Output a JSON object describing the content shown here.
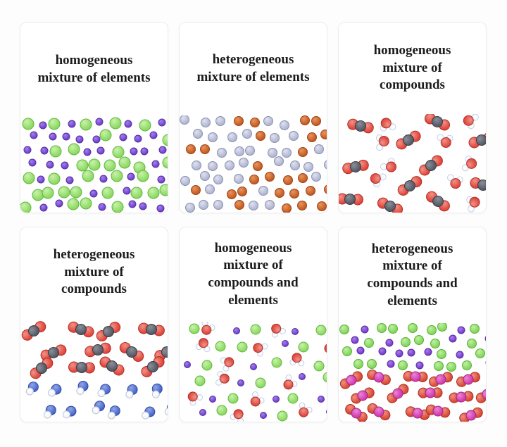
{
  "panel": {
    "background": "#fdfdfd",
    "card_background": "#ffffff",
    "card_border": "#ededed",
    "title_color": "#1c1c1c"
  },
  "cards": [
    {
      "id": "homogeneous-mixture-of-elements",
      "title": "homogeneous\nmixture of elements",
      "field": {
        "height": 136,
        "seed": 11,
        "regions": [
          {
            "h": 1.0,
            "rows": 7,
            "cols": 10,
            "stagger": true,
            "arrangement": "checker",
            "flip": 0.15,
            "species": [
              {
                "type": "atom",
                "name": "green-atom",
                "d": 17,
                "c": {
                  "fill": "#8ed964",
                  "hi": "#c9f2ab",
                  "stroke": "#5eb83d"
                }
              },
              {
                "type": "atom",
                "name": "purple-atom",
                "d": 11,
                "c": {
                  "fill": "#7144d0",
                  "hi": "#a57fe8",
                  "stroke": "#5430a6"
                }
              }
            ]
          }
        ]
      }
    },
    {
      "id": "heterogeneous-mixture-of-elements",
      "title": "heterogeneous\nmixture of elements",
      "field": {
        "height": 138,
        "seed": 7,
        "regions": [
          {
            "h": 1.0,
            "rows": 7,
            "cols": 9,
            "stagger": true,
            "arrangement": "cluster",
            "flip": 0.04,
            "clusters": [
              [
                0.92,
                0.15,
                0.14
              ],
              [
                0.45,
                0.1,
                0.08
              ],
              [
                0.1,
                0.38,
                0.1
              ],
              [
                0.52,
                0.55,
                0.13
              ],
              [
                0.85,
                0.85,
                0.22
              ],
              [
                0.4,
                0.85,
                0.12
              ]
            ],
            "species": [
              {
                "type": "atom",
                "name": "gray-atom",
                "d": 14,
                "c": {
                  "fill": "#b3b7d1",
                  "hi": "#e0e2ef",
                  "stroke": "#8990b4"
                }
              },
              {
                "type": "atom",
                "name": "orange-atom",
                "d": 14,
                "c": {
                  "fill": "#c55c22",
                  "hi": "#e8945e",
                  "stroke": "#9c451a"
                }
              }
            ]
          }
        ]
      }
    },
    {
      "id": "homogeneous-mixture-of-compounds",
      "title": "homogeneous\nmixture of\ncompounds",
      "field": {
        "height": 140,
        "seed": 5,
        "regions": [
          {
            "h": 1.0,
            "rows": 5,
            "cols": 4,
            "stagger": true,
            "arrangement": "checker",
            "flip": 0.1,
            "species": [
              {
                "type": "tri",
                "name": "co2-molecule",
                "d": 16,
                "gap": 11,
                "rot": [
                  -50,
                  50
                ],
                "o": {
                  "fill": "#e0463c",
                  "hi": "#f29288",
                  "stroke": "#b02c24"
                },
                "c": {
                  "fill": "#565b66",
                  "hi": "#8a8f9a",
                  "stroke": "#363b44"
                }
              },
              {
                "type": "water",
                "name": "water-molecule",
                "rd": 15,
                "wd": 10,
                "rot": [
                  0,
                  360
                ],
                "r": {
                  "fill": "#de4a40",
                  "hi": "#f09288",
                  "stroke": "#b02c24"
                },
                "w": {
                  "fill": "#f4f7fc",
                  "hi": "#ffffff",
                  "stroke": "#c3d0e8"
                }
              }
            ]
          }
        ]
      }
    },
    {
      "id": "heterogeneous-mixture-of-compounds",
      "title": "heterogeneous\nmixture of\ncompounds",
      "field": {
        "height": 148,
        "seed": 9,
        "regions": [
          {
            "h": 0.6,
            "rows": 3,
            "cols": 4,
            "stagger": true,
            "arrangement": "single",
            "species": [
              {
                "type": "tri",
                "name": "co2-molecule",
                "d": 16,
                "gap": 11,
                "rot": [
                  -45,
                  45
                ],
                "o": {
                  "fill": "#e0463c",
                  "hi": "#f29288",
                  "stroke": "#b02c24"
                },
                "c": {
                  "fill": "#565b66",
                  "hi": "#8a8f9a",
                  "stroke": "#363b44"
                }
              }
            ]
          },
          {
            "h": 0.4,
            "rows": 2,
            "cols": 6,
            "stagger": true,
            "arrangement": "single",
            "species": [
              {
                "type": "bw",
                "name": "blue-white-molecule",
                "bd": 15,
                "wd": 11,
                "rot": [
                  -25,
                  25
                ],
                "b": {
                  "fill": "#4a66c9",
                  "hi": "#8fa6e8",
                  "stroke": "#2c47a3"
                },
                "w": {
                  "fill": "#f2f5fa",
                  "hi": "#ffffff",
                  "stroke": "#b8c2d8"
                }
              }
            ]
          }
        ]
      }
    },
    {
      "id": "homogeneous-mixture-of-compounds-and-elements",
      "title": "homogeneous\nmixture of\ncompounds and\nelements",
      "field": {
        "height": 142,
        "seed": 4,
        "regions": [
          {
            "h": 1.0,
            "rows": 6,
            "cols": 7,
            "stagger": true,
            "arrangement": "cycle",
            "flip": 0.1,
            "species": [
              {
                "type": "atom",
                "name": "green-atom",
                "d": 15,
                "c": {
                  "fill": "#8ed964",
                  "hi": "#c9f2ab",
                  "stroke": "#5eb83d"
                }
              },
              {
                "type": "water",
                "name": "water-molecule",
                "rd": 14,
                "wd": 9,
                "rot": [
                  0,
                  360
                ],
                "r": {
                  "fill": "#de4a40",
                  "hi": "#f09288",
                  "stroke": "#b02c24"
                },
                "w": {
                  "fill": "#f4f7fc",
                  "hi": "#ffffff",
                  "stroke": "#c3d0e8"
                }
              },
              {
                "type": "atom",
                "name": "purple-atom",
                "d": 10,
                "c": {
                  "fill": "#7144d0",
                  "hi": "#a57fe8",
                  "stroke": "#5430a6"
                }
              }
            ]
          }
        ]
      }
    },
    {
      "id": "heterogeneous-mixture-of-compounds-and-elements",
      "title": "heterogeneous\nmixture of\ncompounds and\nelements",
      "field": {
        "height": 140,
        "seed": 8,
        "regions": [
          {
            "h": 0.48,
            "rows": 4,
            "cols": 9,
            "stagger": true,
            "arrangement": "checker",
            "flip": 0.15,
            "species": [
              {
                "type": "atom",
                "name": "green-atom",
                "d": 14,
                "c": {
                  "fill": "#84d65c",
                  "hi": "#c2efa2",
                  "stroke": "#58b239"
                }
              },
              {
                "type": "atom",
                "name": "purple-atom",
                "d": 11,
                "c": {
                  "fill": "#7a3fd1",
                  "hi": "#ab7ce8",
                  "stroke": "#582ca6"
                }
              }
            ]
          },
          {
            "h": 0.52,
            "rows": 3,
            "cols": 5,
            "stagger": true,
            "arrangement": "single",
            "species": [
              {
                "type": "tri",
                "name": "magenta-red-molecule",
                "d": 15,
                "gap": 10,
                "rot": [
                  -40,
                  40
                ],
                "o": {
                  "fill": "#da4836",
                  "hi": "#f0907f",
                  "stroke": "#a92f1f"
                },
                "c": {
                  "fill": "#d23bae",
                  "hi": "#ea86d4",
                  "stroke": "#a12583"
                }
              }
            ]
          }
        ]
      }
    }
  ]
}
